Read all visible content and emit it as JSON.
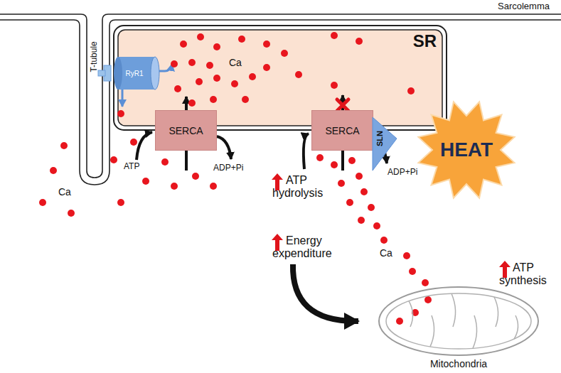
{
  "diagram": {
    "nodes": [
      {
        "text": [
          "SR"
        ]
      },
      {
        "text": [
          "RyR1"
        ]
      },
      {
        "text": [
          "SERCA"
        ]
      },
      {
        "text": [
          "SERCA"
        ]
      },
      {
        "text": [
          "SLN"
        ]
      },
      {
        "text": [
          "HEAT"
        ]
      },
      {
        "text": [
          "Mitochondria"
        ]
      }
    ],
    "labels": [
      "Sarcolemma",
      "T-tubule",
      "Ca",
      "Ca",
      "ATP",
      "ADP+Pi",
      "ADP+Pi",
      "ATP hydrolysis",
      "Energy expenditure",
      "Ca",
      "ATP synthesis"
    ]
  }
}
